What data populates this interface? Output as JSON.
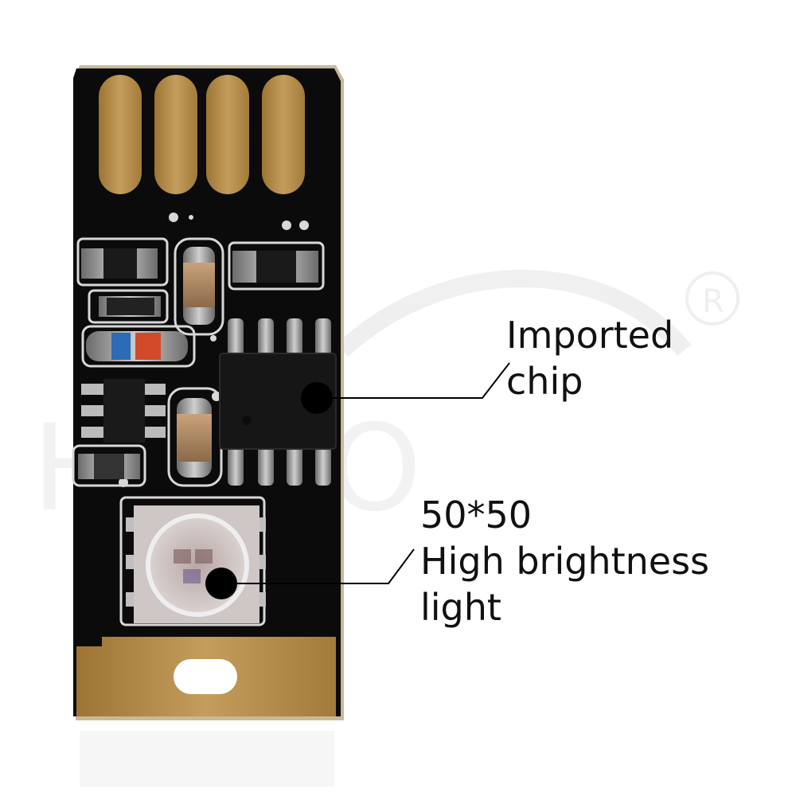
{
  "annotations": {
    "chip": {
      "line1": "Imported",
      "line2": "chip"
    },
    "led": {
      "line1": "50*50",
      "line2": "High brightness",
      "line3": "light"
    }
  },
  "colors": {
    "pcb": "#0b0b0b",
    "gold_contact": "#b89150",
    "silkscreen": "#d8d8d8",
    "watermark": "#f3f3f3"
  }
}
